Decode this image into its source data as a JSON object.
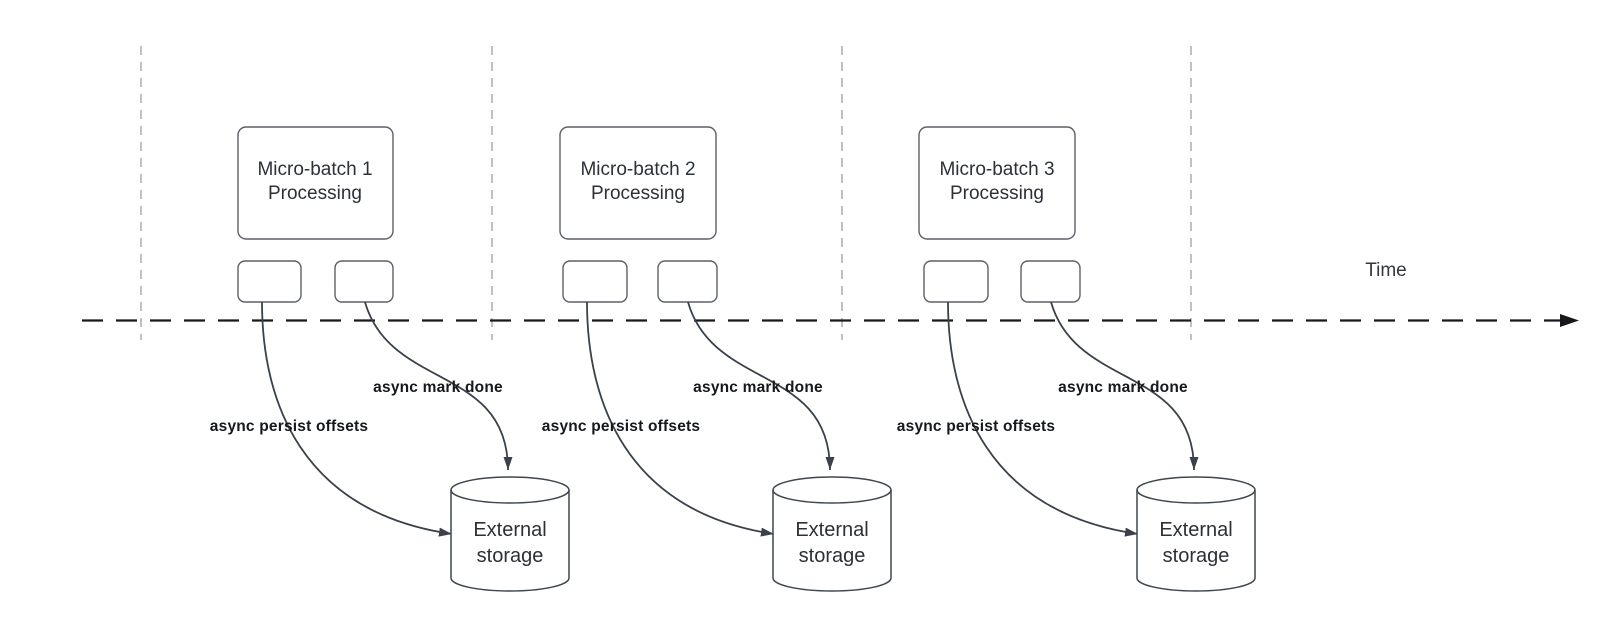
{
  "diagram": {
    "time_axis_label": "Time",
    "groups": [
      {
        "title_line1": "Micro-batch 1",
        "title_line2": "Processing",
        "persist_label": "async persist offsets",
        "mark_done_label": "async mark done",
        "storage_line1": "External",
        "storage_line2": "storage"
      },
      {
        "title_line1": "Micro-batch 2",
        "title_line2": "Processing",
        "persist_label": "async persist offsets",
        "mark_done_label": "async mark done",
        "storage_line1": "External",
        "storage_line2": "storage"
      },
      {
        "title_line1": "Micro-batch 3",
        "title_line2": "Processing",
        "persist_label": "async persist offsets",
        "mark_done_label": "async mark done",
        "storage_line1": "External",
        "storage_line2": "storage"
      }
    ],
    "colors": {
      "box_stroke": "#5c6066",
      "cylinder_stroke": "#3f464e",
      "arrow_stroke": "#3a414a",
      "timeline_stroke": "#17191c",
      "grid_line": "#aeb2b6"
    }
  }
}
